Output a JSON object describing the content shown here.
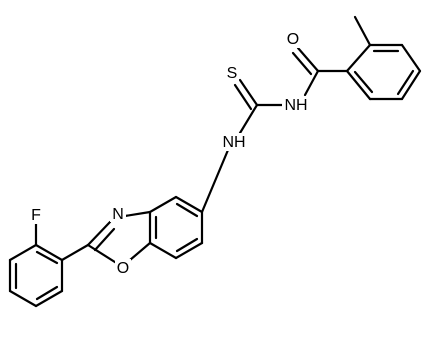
{
  "molecule": {
    "atom_labels": {
      "fluorine": "F",
      "oxazole_nitrogen": "N",
      "oxazole_oxygen": "O",
      "thiocarbonyl_sulfur": "S",
      "amine_nh_left": "NH",
      "amide_nh_right": "NH",
      "carbonyl_oxygen": "O"
    }
  }
}
